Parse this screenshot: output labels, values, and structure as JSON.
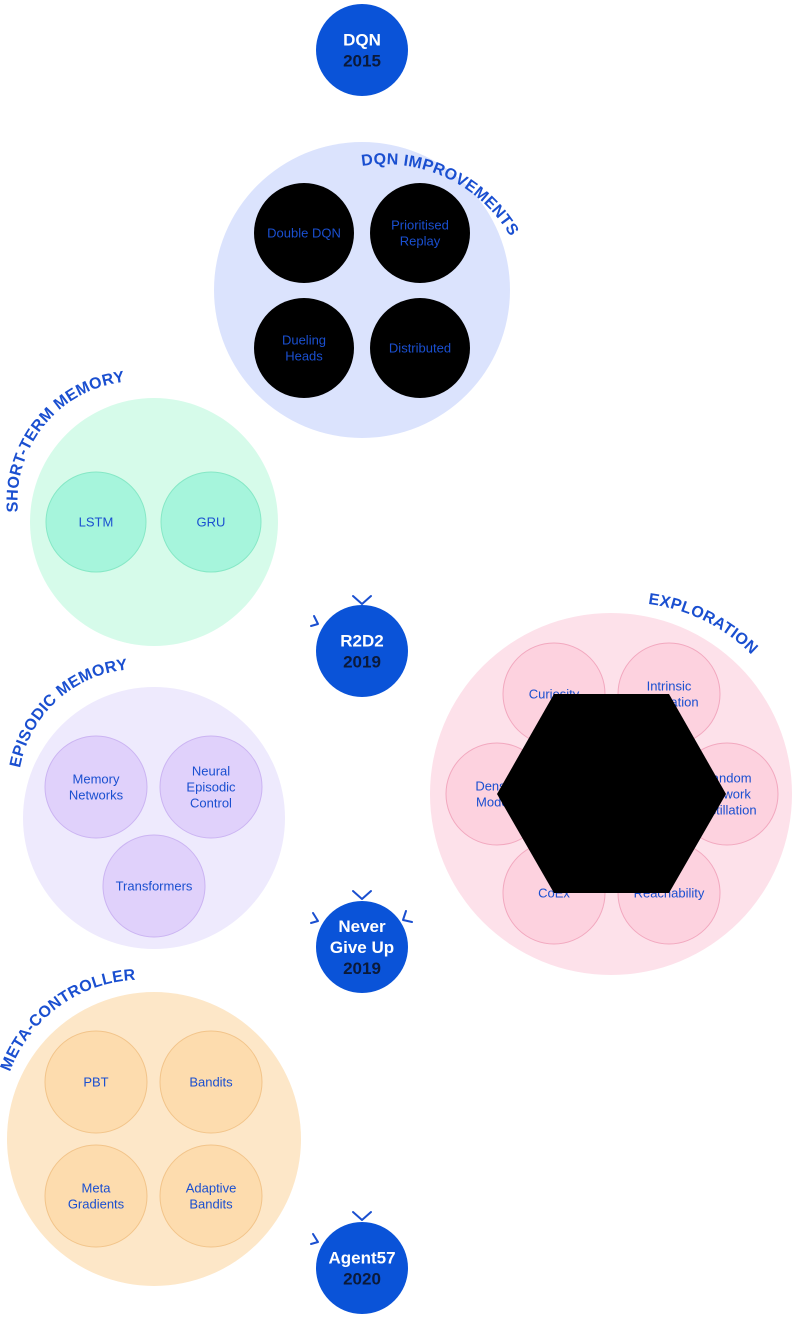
{
  "milestones": [
    {
      "name": [
        "DQN"
      ],
      "year": "2015"
    },
    {
      "name": [
        "R2D2"
      ],
      "year": "2019"
    },
    {
      "name": [
        "Never",
        "Give Up"
      ],
      "year": "2019"
    },
    {
      "name": [
        "Agent57"
      ],
      "year": "2020"
    }
  ],
  "groups": [
    {
      "title": "DQN IMPROVEMENTS",
      "items": [
        [
          "Double DQN"
        ],
        [
          "Prioritised",
          "Replay"
        ],
        [
          "Dueling",
          "Heads"
        ],
        [
          "Distributed"
        ]
      ]
    },
    {
      "title": "SHORT-TERM MEMORY",
      "items": [
        [
          "LSTM"
        ],
        [
          "GRU"
        ]
      ]
    },
    {
      "title": "EPISODIC MEMORY",
      "items": [
        [
          "Memory",
          "Networks"
        ],
        [
          "Neural",
          "Episodic",
          "Control"
        ],
        [
          "Transformers"
        ]
      ]
    },
    {
      "title": "EXPLORATION",
      "items": [
        [
          "Curiosity"
        ],
        [
          "Intrinsic",
          "Motivation"
        ],
        [
          "Density",
          "Models"
        ],
        [
          "Random",
          "Network",
          "Distillation"
        ],
        [
          "CoEx"
        ],
        [
          "Reachability"
        ]
      ]
    },
    {
      "title": "META-CONTROLLER",
      "items": [
        [
          "PBT"
        ],
        [
          "Bandits"
        ],
        [
          "Meta",
          "Gradients"
        ],
        [
          "Adaptive",
          "Bandits"
        ]
      ]
    }
  ],
  "colors": {
    "milestone": "#0a53d8",
    "text_blue": "#1a4fd0",
    "dqn_bg": "#dbe3fd",
    "dqn_item": "#000000",
    "stm_bg": "#d6fbea",
    "stm_item": "#a6f5dc",
    "stm_stroke": "#86e8c6",
    "epi_bg": "#eeeafd",
    "epi_item": "#e0d1fb",
    "epi_stroke": "#cbb4f2",
    "exp_bg": "#fde1ea",
    "exp_item": "#fdd2df",
    "exp_stroke": "#f2a8bf",
    "meta_bg": "#fde7c8",
    "meta_item": "#fddcae",
    "meta_stroke": "#f2c48a",
    "hexagon": "#000000"
  }
}
